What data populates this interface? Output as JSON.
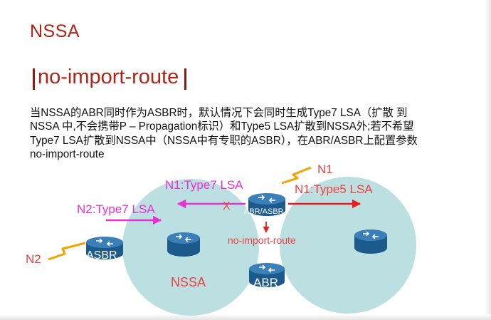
{
  "slide": {
    "title": "NSSA",
    "subtitle": "no-import-route",
    "body_lines": [
      "当NSSA的ABR同时作为ASBR时，默认情况下会同时生成Type7 LSA（扩散 到",
      "NSSA 中,不会携带P – Propagation标识）和Type5  LSA扩散到NSSA外;若不希望",
      "Type7 LSA扩散到NSSA中（NSSA中有专职的ASBR），在ABR/ASBR上配置参数",
      "no-import-route"
    ]
  },
  "diagram": {
    "labels": {
      "n1_type7": "N1:Type7 LSA",
      "n1": "N1",
      "n1_type5": "N1:Type5 LSA",
      "n2_type7": "N2:Type7 LSA",
      "blocked": "X",
      "abr_asbr": "ABR/ASBR",
      "no_import_route": "no-import-route",
      "asbr": "ASBR",
      "nssa": "NSSA",
      "abr": "ABR",
      "n2": "N2"
    },
    "colors": {
      "area_fill": "#bce0e1",
      "router_body": "#1c5a8c",
      "router_top": "#3a7fb7",
      "lsa_type7_pink": "#e830d3",
      "lsa_type5_red": "#ef1b1b",
      "external_link_orange": "#f5a300",
      "label_red": "#f04040"
    },
    "icons": [
      "router-icon",
      "external-link-icon"
    ]
  }
}
